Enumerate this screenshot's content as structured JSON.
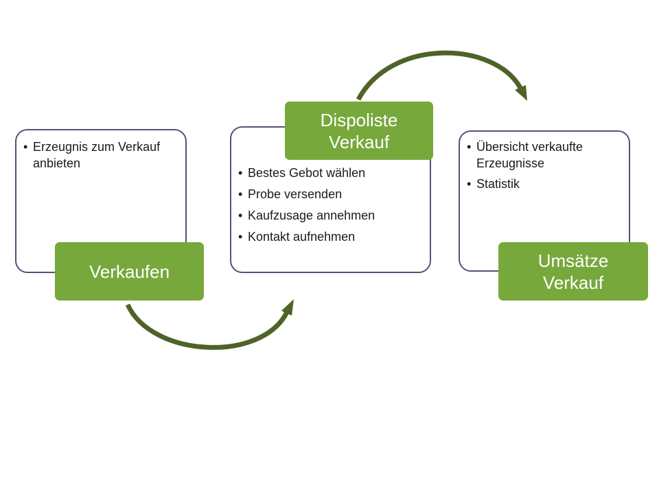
{
  "steps": [
    {
      "title_lines": [
        "Verkaufen"
      ],
      "items": [
        "Erzeugnis zum Verkauf anbieten"
      ]
    },
    {
      "title_lines": [
        "Dispoliste",
        "Verkauf"
      ],
      "items": [
        "Bestes Gebot wählen",
        "Probe versenden",
        "Kaufzusage annehmen",
        "Kontakt aufnehmen"
      ]
    },
    {
      "title_lines": [
        "Umsätze",
        "Verkauf"
      ],
      "items": [
        "Übersicht verkaufte Erzeugnisse",
        "Statistik"
      ]
    }
  ],
  "colors": {
    "card_border": "#5f4b78",
    "tag_fill": "#77a83c",
    "arrow": "#4f6228"
  }
}
